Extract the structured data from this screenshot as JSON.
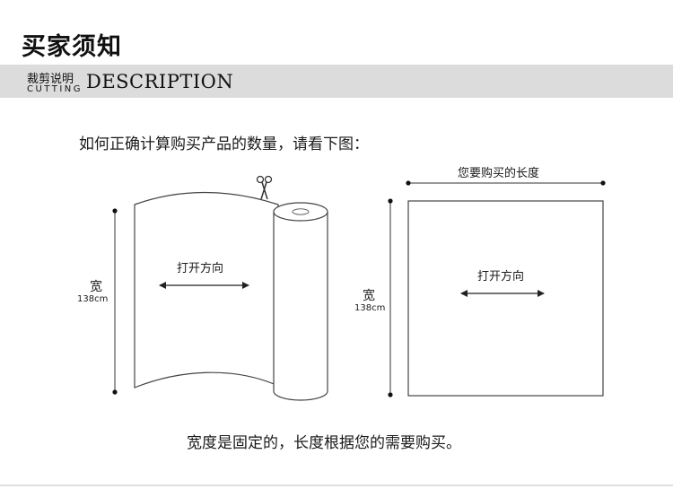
{
  "header": {
    "title": "买家须知",
    "band_cn": "裁剪说明",
    "band_en": "CUTTING",
    "band_desc": "DESCRIPTION"
  },
  "intro": "如何正确计算购买产品的数量，请看下图：",
  "left_diagram": {
    "direction_label": "打开方向",
    "width_label": "宽",
    "width_value": "138cm"
  },
  "right_diagram": {
    "length_label": "您要购买的长度",
    "direction_label": "打开方向",
    "width_label": "宽",
    "width_value": "138cm"
  },
  "footer": "宽度是固定的，长度根据您的需要购买。",
  "icons": {
    "scissors": "scissors-icon"
  },
  "colors": {
    "band": "#dcdcdc",
    "line": "#333333"
  }
}
